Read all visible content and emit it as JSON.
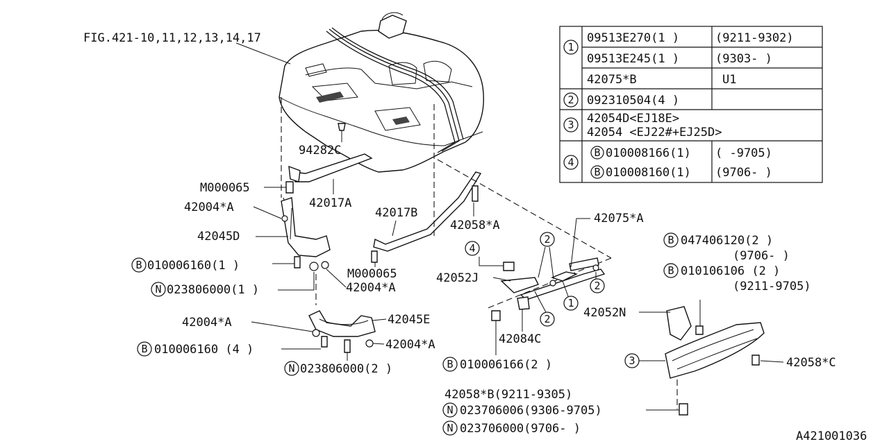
{
  "diagram_id": "A421001036",
  "figure_ref": "FIG.421-10,11,12,13,14,17",
  "callouts": {
    "c1": "1",
    "c2": "2",
    "c3": "3",
    "c4": "4",
    "b": "B",
    "n": "N"
  },
  "table": {
    "rows": [
      {
        "ref": "1",
        "part": "09513E270(1 )",
        "note": "(9211-9302)"
      },
      {
        "ref": "",
        "part": "09513E245(1 )",
        "note": "(9303-     )"
      },
      {
        "ref": "",
        "part": "42075*B",
        "note": "U1"
      },
      {
        "ref": "2",
        "part": "092310504(4 )",
        "note": ""
      },
      {
        "ref": "3",
        "part": "42054D<EJ18E>",
        "note": ""
      },
      {
        "ref": "",
        "part": "42054  <EJ22#+EJ25D>",
        "note": ""
      },
      {
        "ref": "4",
        "part": "010008166(1)",
        "note": "(     -9705)"
      },
      {
        "ref": "",
        "part": "010008160(1)",
        "note": "(9706-     )"
      }
    ]
  },
  "labels": {
    "p94282c": "94282C",
    "m000065_a": "M000065",
    "p42004a_1": "42004*A",
    "p42017a": "42017A",
    "p42045d": "42045D",
    "p42017b": "42017B",
    "p42058a": "42058*A",
    "p42075a": "42075*A",
    "b010006160_1": "010006160(1 )",
    "n023806000_1": "023806000(1 )",
    "p42004a_2": "42004*A",
    "m000065_b": "M000065",
    "p42052j": "42052J",
    "p42004a_3": "42004*A",
    "p42045e": "42045E",
    "b010006160_4": "010006160 (4 )",
    "p42004a_4": "42004*A",
    "n023806000_2": "023806000(2 )",
    "p42084c": "42084C",
    "b010006166": "010006166(2 )",
    "p42052n": "42052N",
    "b047406120": "047406120(2 )",
    "d9706": "(9706-     )",
    "b010106106": "010106106 (2 )",
    "d9211_9705": "(9211-9705)",
    "p42058c": "42058*C",
    "p42058b": "42058*B(9211-9305)",
    "n023706006": "023706006(9306-9705)",
    "n023706000": "023706000(9706-     )"
  }
}
